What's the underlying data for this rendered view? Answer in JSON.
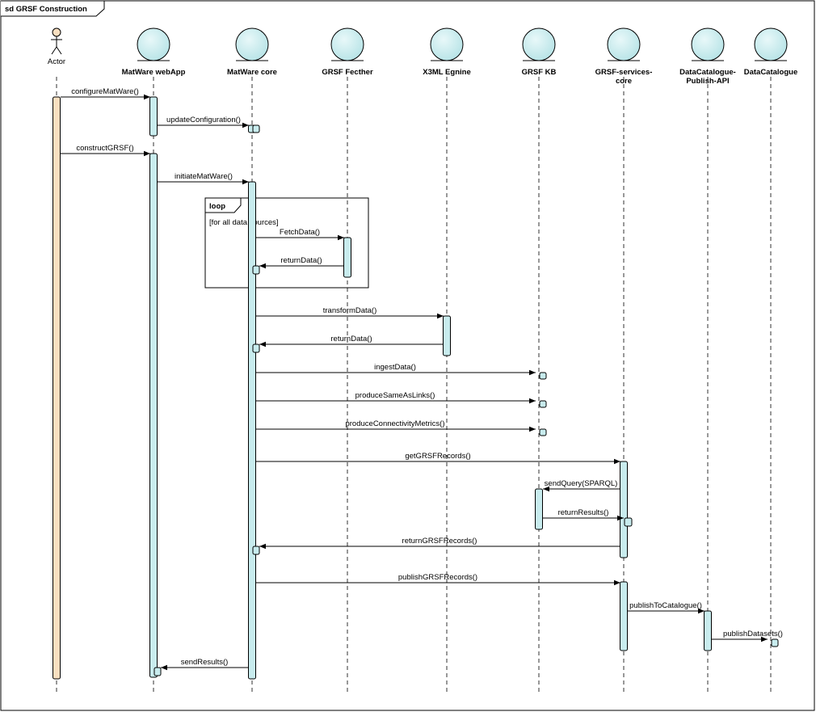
{
  "frame": {
    "title": "sd GRSF Construction"
  },
  "lifelines": [
    {
      "id": "actor",
      "name": "Actor",
      "kind": "actor"
    },
    {
      "id": "webapp",
      "name": "MatWare webApp",
      "kind": "entity"
    },
    {
      "id": "core",
      "name": "MatWare core",
      "kind": "entity"
    },
    {
      "id": "fetcher",
      "name": "GRSF Fecther",
      "kind": "entity"
    },
    {
      "id": "x3ml",
      "name": "X3ML Egnine",
      "kind": "entity"
    },
    {
      "id": "kb",
      "name": "GRSF KB",
      "kind": "entity"
    },
    {
      "id": "services",
      "name": "GRSF-services-\ncore",
      "kind": "entity"
    },
    {
      "id": "publishapi",
      "name": "DataCatalogue-\nPublish-API",
      "kind": "entity"
    },
    {
      "id": "catalogue",
      "name": "DataCatalogue",
      "kind": "entity"
    }
  ],
  "loop": {
    "keyword": "loop",
    "guard": "[for all data sources]"
  },
  "messages": [
    {
      "from": "actor",
      "to": "webapp",
      "label": "configureMatWare()"
    },
    {
      "from": "webapp",
      "to": "core",
      "label": "updateConfiguration()"
    },
    {
      "from": "actor",
      "to": "webapp",
      "label": "constructGRSF()"
    },
    {
      "from": "webapp",
      "to": "core",
      "label": "initiateMatWare()"
    },
    {
      "from": "core",
      "to": "fetcher",
      "label": "FetchData()"
    },
    {
      "from": "fetcher",
      "to": "core",
      "label": "returnData()"
    },
    {
      "from": "core",
      "to": "x3ml",
      "label": "transformData()"
    },
    {
      "from": "x3ml",
      "to": "core",
      "label": "returnData()"
    },
    {
      "from": "core",
      "to": "kb",
      "label": "ingestData()"
    },
    {
      "from": "core",
      "to": "kb",
      "label": "produceSameAsLinks()"
    },
    {
      "from": "core",
      "to": "kb",
      "label": "produceConnectivityMetrics()"
    },
    {
      "from": "core",
      "to": "services",
      "label": "getGRSFRecords()"
    },
    {
      "from": "services",
      "to": "kb",
      "label": "sendQuery(SPARQL)"
    },
    {
      "from": "kb",
      "to": "services",
      "label": "returnResults()"
    },
    {
      "from": "services",
      "to": "core",
      "label": "returnGRSFRecords()"
    },
    {
      "from": "core",
      "to": "services",
      "label": "publishGRSFRecords()"
    },
    {
      "from": "services",
      "to": "publishapi",
      "label": "publishToCatalogue()"
    },
    {
      "from": "publishapi",
      "to": "catalogue",
      "label": "publishDatasets()"
    },
    {
      "from": "core",
      "to": "webapp",
      "label": "sendResults()"
    }
  ],
  "colors": {
    "entity_fill": "#c8ecee",
    "activation_fill": "#c8ecee",
    "actor_activation_fill": "#f9dfc0",
    "line": "#000000"
  }
}
